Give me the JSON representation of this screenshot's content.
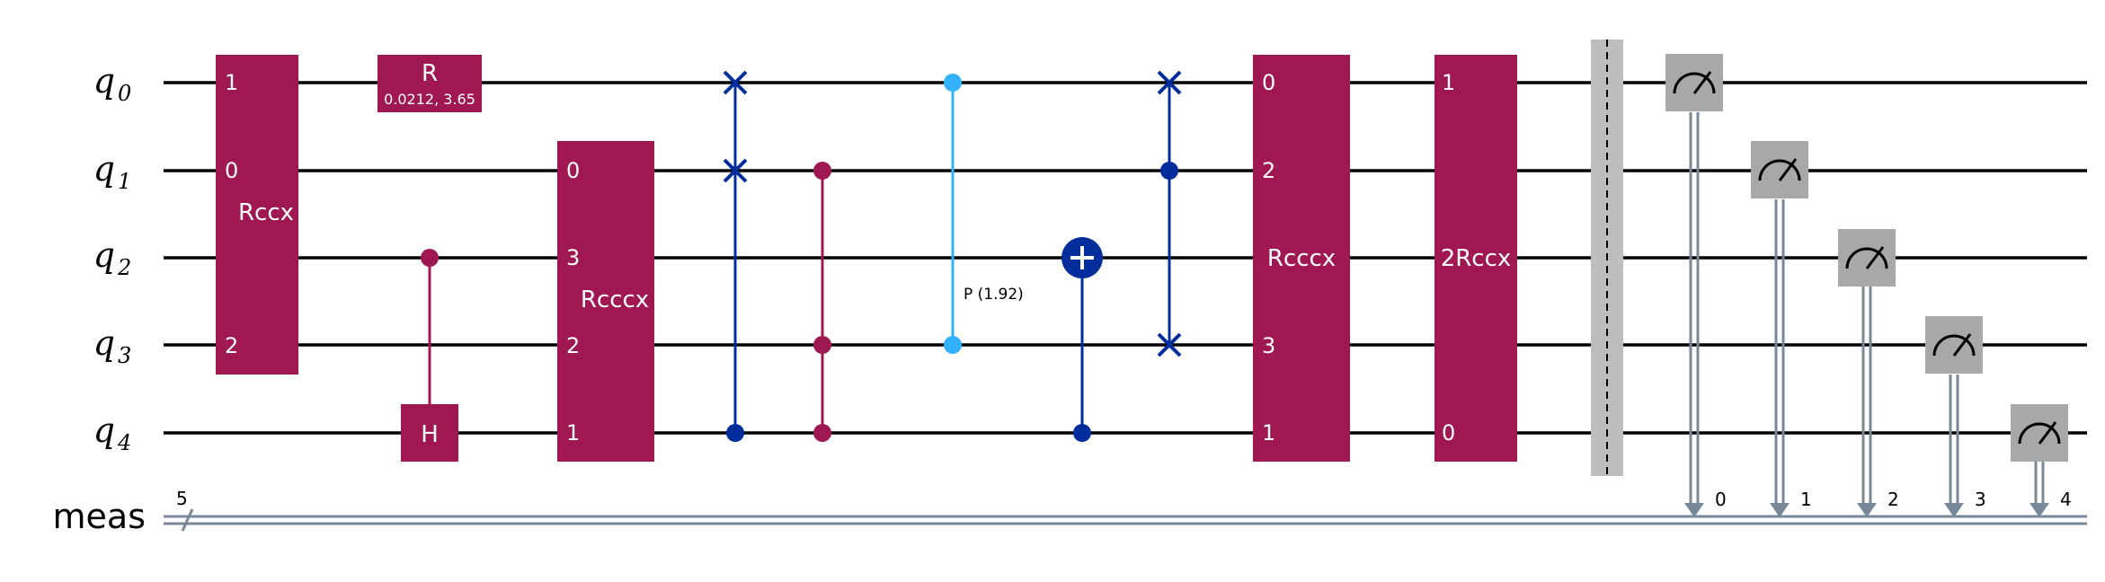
{
  "colors": {
    "gate": "#a01851",
    "cnot": "#002d9c",
    "phase": "#33b1ff",
    "measure_box": "#a8a8a8",
    "classical": "#778899",
    "barrier": "#bdbdbd"
  },
  "labels": {
    "q0_base": "q",
    "q0_sub": "0",
    "q1_base": "q",
    "q1_sub": "1",
    "q2_base": "q",
    "q2_sub": "2",
    "q3_base": "q",
    "q3_sub": "3",
    "q4_base": "q",
    "q4_sub": "4",
    "meas": "meas",
    "bus_width": "5"
  },
  "gates": {
    "rccx1": {
      "name": "Rccx",
      "q0": "1",
      "q1": "0",
      "q3": "2"
    },
    "r": {
      "name": "R",
      "params": "0.0212, 3.65"
    },
    "h": {
      "name": "H"
    },
    "rcccx1": {
      "name": "Rcccx",
      "q1": "0",
      "q2": "3",
      "q3": "2",
      "q4": "1"
    },
    "p": {
      "name": "P (1.92)"
    },
    "rcccx2": {
      "name": "Rcccx",
      "q0": "0",
      "q1": "2",
      "q3": "3",
      "q4": "1"
    },
    "rccx2": {
      "name": "2Rccx",
      "q0": "1",
      "q4": "0"
    }
  },
  "measure_bits": [
    "0",
    "1",
    "2",
    "3",
    "4"
  ],
  "icons": [
    "meter-icon",
    "cnot-target-icon",
    "swap-x-icon",
    "control-dot-icon"
  ]
}
